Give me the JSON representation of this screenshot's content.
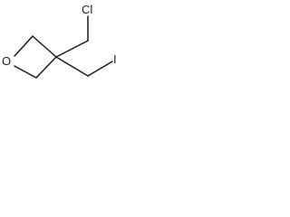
{
  "molecule": {
    "atoms": {
      "oxygen": "O",
      "chlorine": "Cl",
      "iodine": "I"
    }
  },
  "colors": {
    "bond": "#1a1a1a",
    "background": "#ffffff"
  }
}
